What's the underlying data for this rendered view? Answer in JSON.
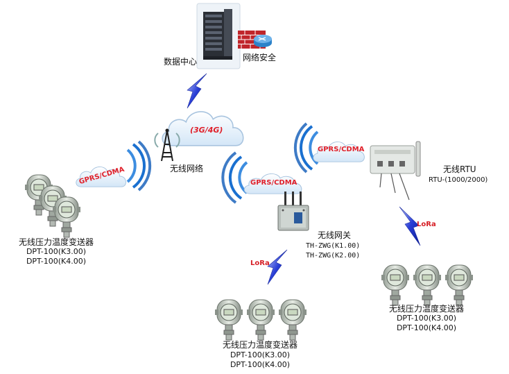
{
  "nodes": {
    "data_center": {
      "label": "数据中心"
    },
    "network_security": {
      "label": "网络安全"
    },
    "wireless_network": {
      "label": "无线网络",
      "cloud_text": "(3G/4G)"
    },
    "gateway": {
      "label": "无线网关",
      "models": [
        "TH-ZWG(K1.00)",
        "TH-ZWG(K2.00)"
      ]
    },
    "rtu": {
      "label": "无线RTU",
      "model": "RTU-(1000/2000)"
    }
  },
  "sensor_groups": [
    {
      "title": "无线压力温度变送器",
      "models": [
        "DPT-100(K3.00)",
        "DPT-100(K4.00)"
      ]
    },
    {
      "title": "无线压力温度变送器",
      "models": [
        "DPT-100(K3.00)",
        "DPT-100(K4.00)"
      ]
    },
    {
      "title": "无线压力温度变送器",
      "models": [
        "DPT-100(K3.00)",
        "DPT-100(K4.00)"
      ]
    }
  ],
  "links": {
    "gprs_left": "GPRS/CDMA",
    "gprs_center": "GPRS/CDMA",
    "gprs_right": "GPRS/CDMA",
    "lora_center": "LoRa",
    "lora_right": "LoRa"
  },
  "colors": {
    "accent_red": "#e0202a",
    "lightning_blue": "#2a3fd6",
    "wave_blue": "#1a8fe0"
  }
}
